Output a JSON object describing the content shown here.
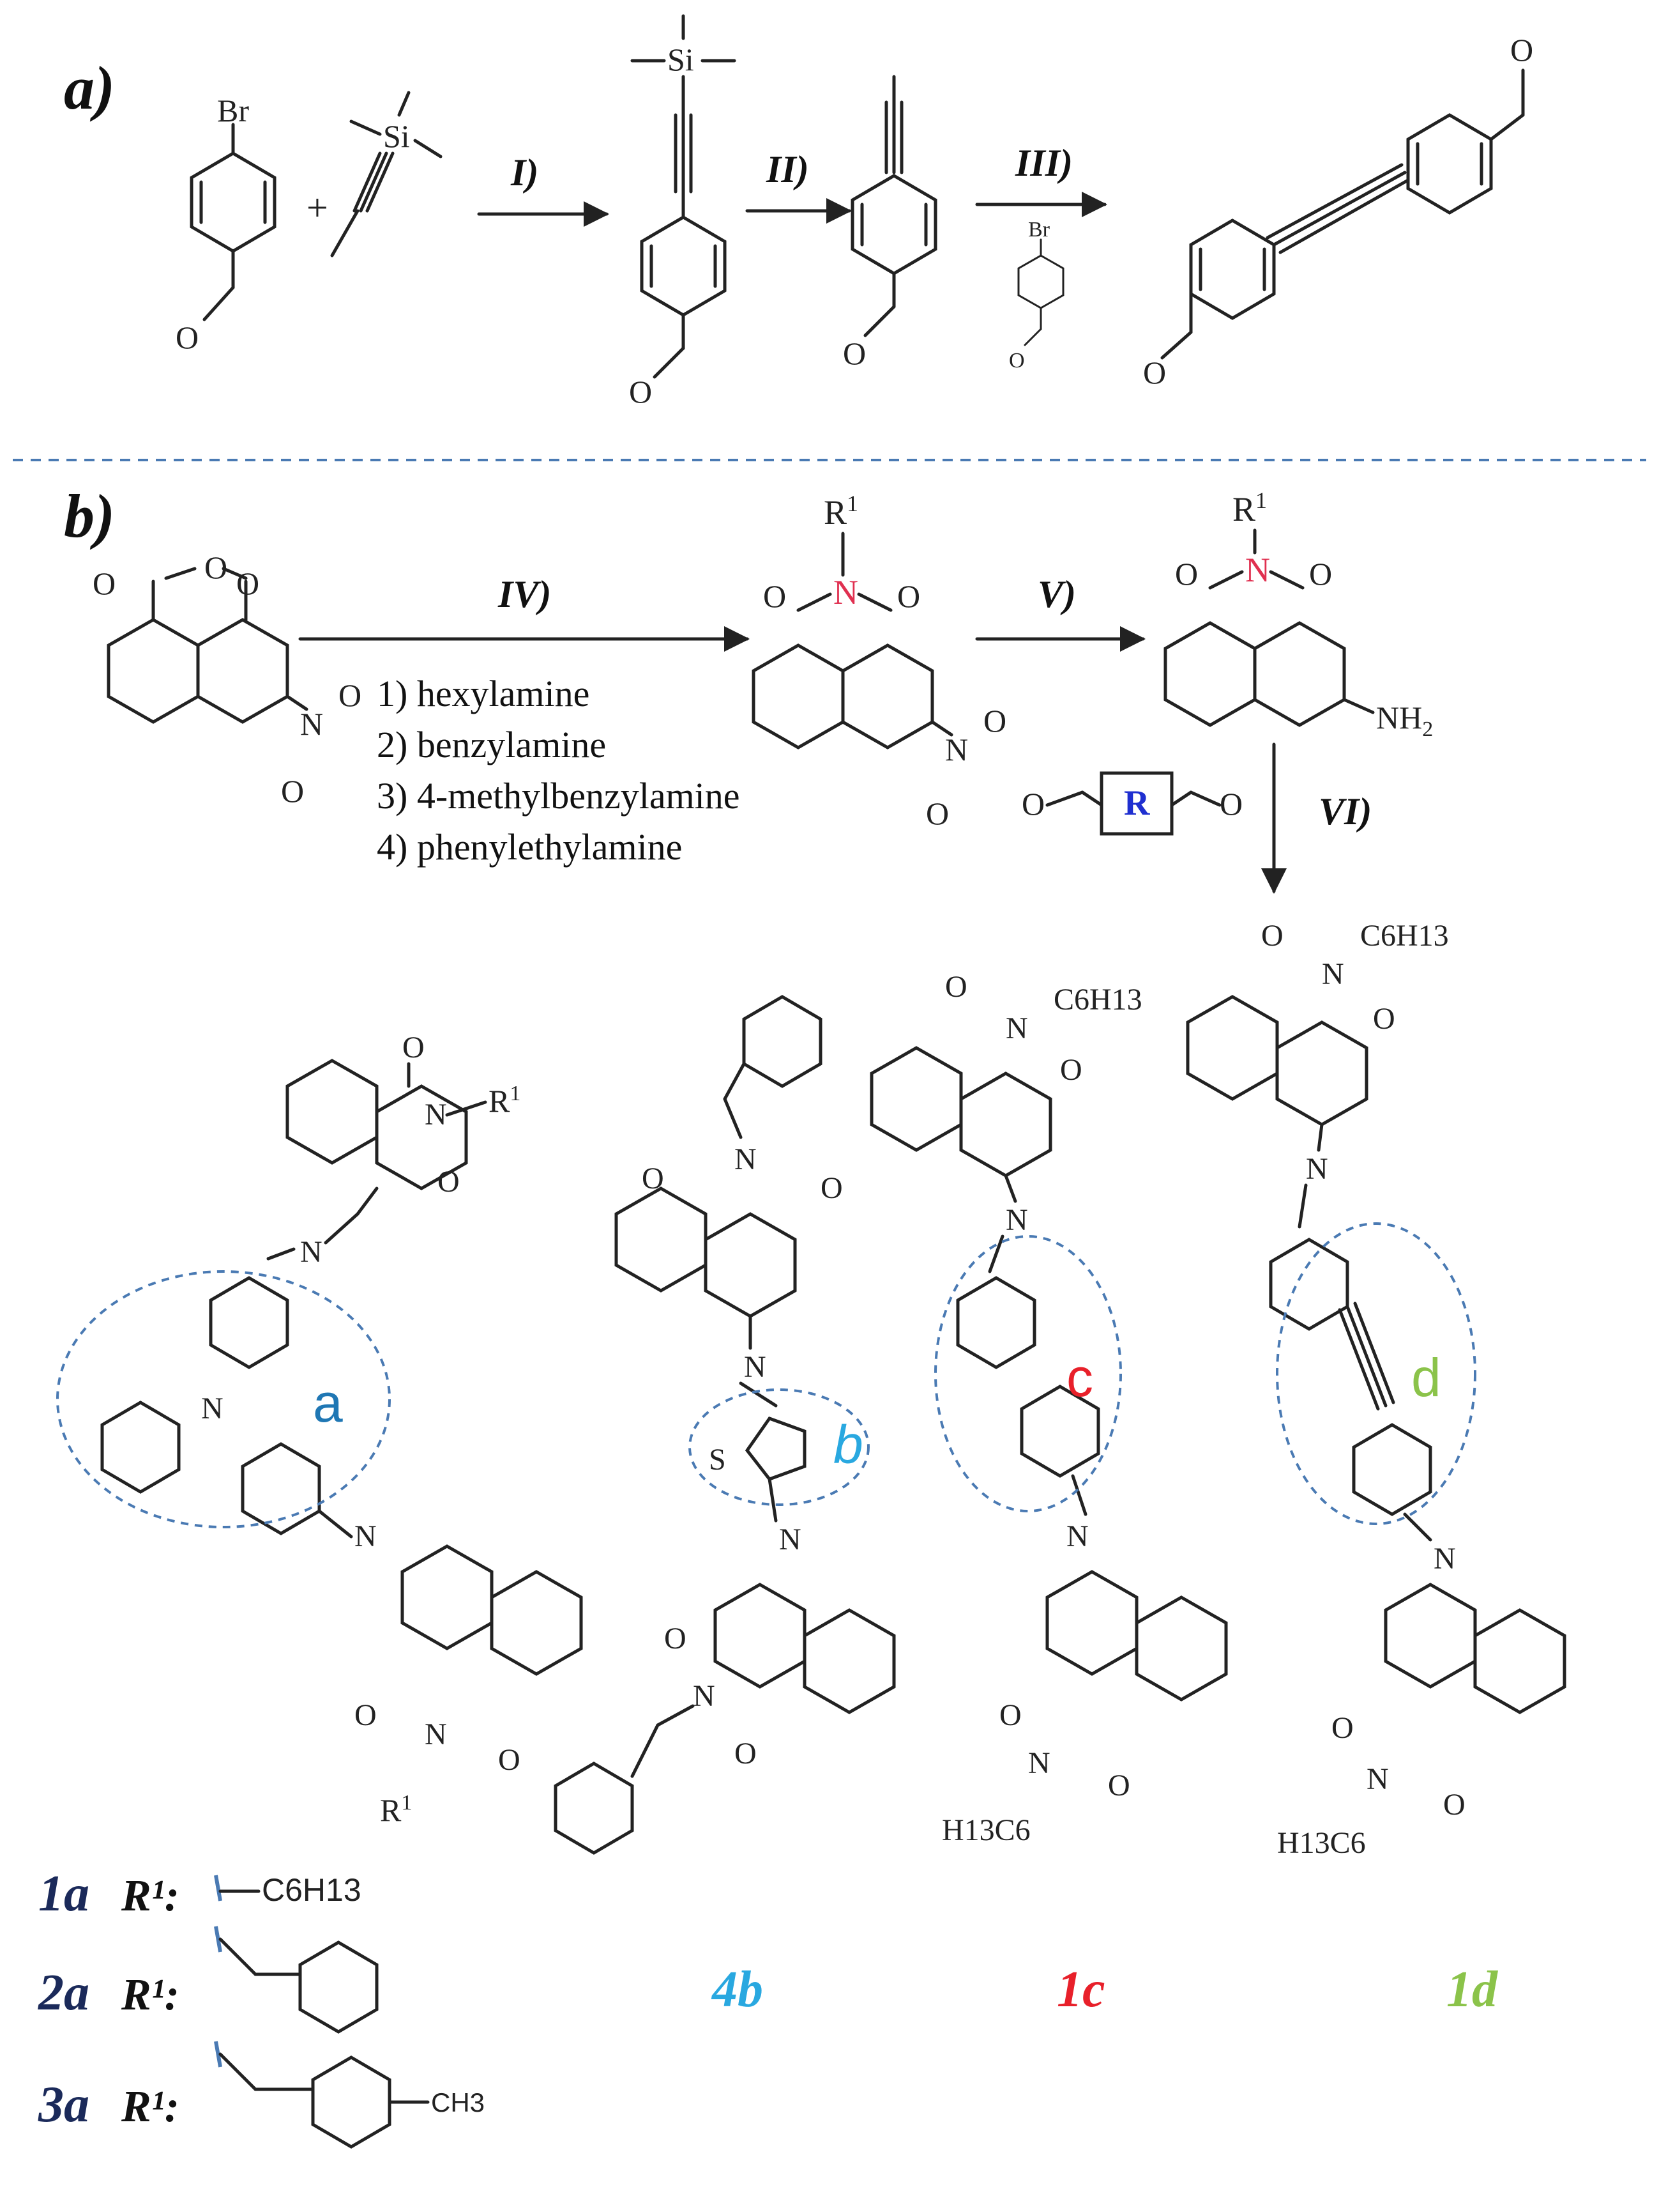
{
  "panels": {
    "a": "a)",
    "b": "b)"
  },
  "conditions": {
    "I": "I)",
    "II": "II)",
    "III": "III)",
    "IV": "IV)",
    "V": "V)",
    "VI": "VI)"
  },
  "amines": [
    "1) hexylamine",
    "2) benzylamine",
    "3) 4-methylbenzylamine",
    "4) phenylethylamine"
  ],
  "atoms": {
    "Br": "Br",
    "Si": "Si",
    "O": "O",
    "N": "N",
    "S": "S",
    "R1": "R",
    "one": "1",
    "NH2": "NH",
    "two": "2",
    "R": "R",
    "C6H13": "C6H13",
    "H13C6": "H13C6",
    "CH3": "CH3"
  },
  "plus": "+",
  "regions": {
    "a": {
      "label": "a",
      "color": "#1f77b4"
    },
    "b": {
      "label": "b",
      "color": "#29a8e0"
    },
    "c": {
      "label": "c",
      "color": "#e8202a"
    },
    "d": {
      "label": "d",
      "color": "#8bc34a"
    }
  },
  "compounds": {
    "1a": {
      "label": "1a",
      "r_label": "R¹:",
      "r": "C6H13",
      "color": "#1b2a5a"
    },
    "2a": {
      "label": "2a",
      "r_label": "R¹:",
      "color": "#1b2a5a"
    },
    "3a": {
      "label": "3a",
      "r_label": "R¹:",
      "r": "CH3",
      "color": "#1b2a5a"
    },
    "4b": {
      "label": "4b",
      "color": "#29a8e0"
    },
    "1c": {
      "label": "1c",
      "color": "#e8202a"
    },
    "1d": {
      "label": "1d",
      "color": "#8bc34a"
    }
  },
  "colors": {
    "divider": "#4a7ab3",
    "nitrogen_highlight": "#e03050",
    "r_box": "#1f2fd0"
  }
}
